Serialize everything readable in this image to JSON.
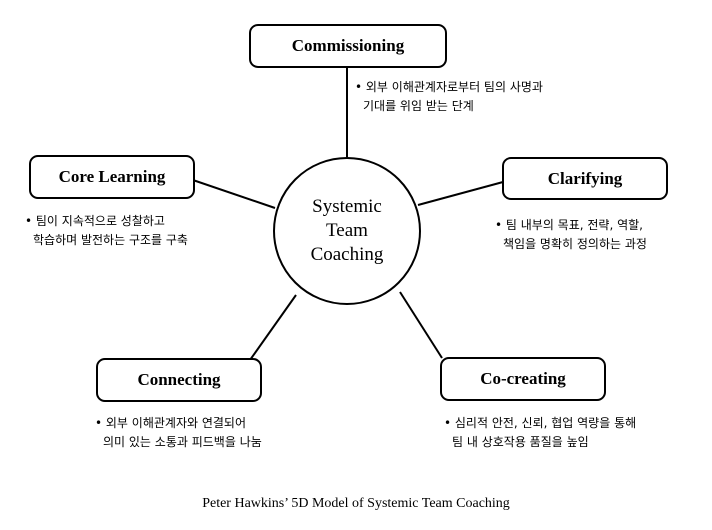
{
  "center": {
    "lines": [
      "Systemic",
      "Team",
      "Coaching"
    ]
  },
  "stages": {
    "commissioning": {
      "label": "Commissioning",
      "desc": [
        "• 외부 이해관계자로부터 팀의 사명과",
        "기대를 위임 받는 단계"
      ]
    },
    "clarifying": {
      "label": "Clarifying",
      "desc": [
        "• 팀 내부의 목표, 전략, 역할,",
        "책임을 명확히 정의하는 과정"
      ]
    },
    "co_creating": {
      "label": "Co-creating",
      "desc": [
        "• 심리적 안전, 신뢰, 협업 역량을 통해",
        "팀 내 상호작용 품질을 높임"
      ]
    },
    "connecting": {
      "label": "Connecting",
      "desc": [
        "• 외부 이해관계자와 연결되어",
        "의미 있는 소통과 피드백을 나눔"
      ]
    },
    "core_learning": {
      "label": "Core Learning",
      "desc": [
        "• 팀이 지속적으로 성찰하고",
        "학습하며 발전하는 구조를 구축"
      ]
    }
  },
  "caption": "Peter Hawkins’ 5D Model of Systemic Team Coaching"
}
